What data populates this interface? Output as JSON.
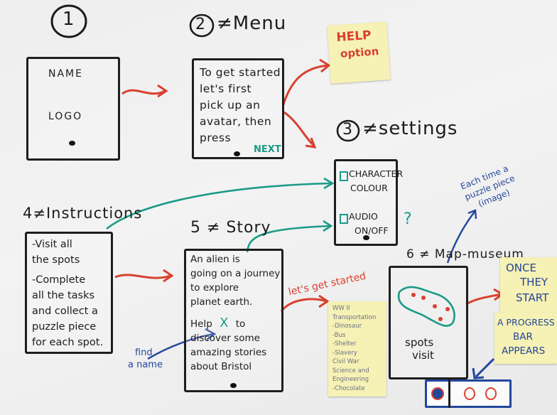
{
  "screens": [
    {
      "number": "1",
      "lines": [
        "NAME",
        "LOGO"
      ]
    },
    {
      "number": "2",
      "title": "≠Menu",
      "lines": [
        "To get started",
        "let's first",
        "pick up an",
        "avatar, then",
        "press"
      ],
      "next_label": "NEXT"
    },
    {
      "number": "3",
      "title": "≠settings",
      "options": [
        "CHARACTER",
        "COLOUR",
        "AUDIO",
        "ON/OFF"
      ],
      "question_mark": "?"
    },
    {
      "number": "4",
      "title": "4≠Instructions",
      "lines": [
        "-Visit all",
        "the spots",
        "-Complete",
        "all the tasks",
        "and collect a",
        "puzzle piece",
        "for each spot."
      ]
    },
    {
      "number": "5",
      "title": "5 ≠ Story",
      "lines": [
        "An alien is",
        "going on a journey",
        "to explore",
        "planet earth.",
        "Help",
        "to",
        "discover some",
        "amazing stories",
        "about Bristol"
      ],
      "x_mark": "X"
    },
    {
      "number": "6",
      "title": "6 ≠ Map-museum",
      "map_label_1": "spots",
      "map_label_2": "visit"
    }
  ],
  "notes": {
    "help_option": [
      "HELP",
      "option"
    ],
    "lets_get_started": "let's get started",
    "find_name": [
      "find",
      "a name"
    ],
    "puzzle_note": [
      "Each time a",
      "puzzle piece",
      "(image)"
    ],
    "once_they_start": [
      "ONCE",
      "THEY",
      "START"
    ],
    "progress_bar": [
      "A PROGRESS",
      "BAR",
      "APPEARS"
    ],
    "topic_list": [
      "WW II",
      "Transportation",
      "-Dinosaur",
      "-Bus",
      "-Shelter",
      "-Slavery",
      "Civil War",
      "Science and",
      "Engineering",
      "-Chocolate"
    ]
  },
  "colors": {
    "red": "#d8412f",
    "teal": "#1b9a87",
    "blue": "#24469c",
    "ink": "#1c1c1c",
    "sticky": "#f6f1b4"
  }
}
